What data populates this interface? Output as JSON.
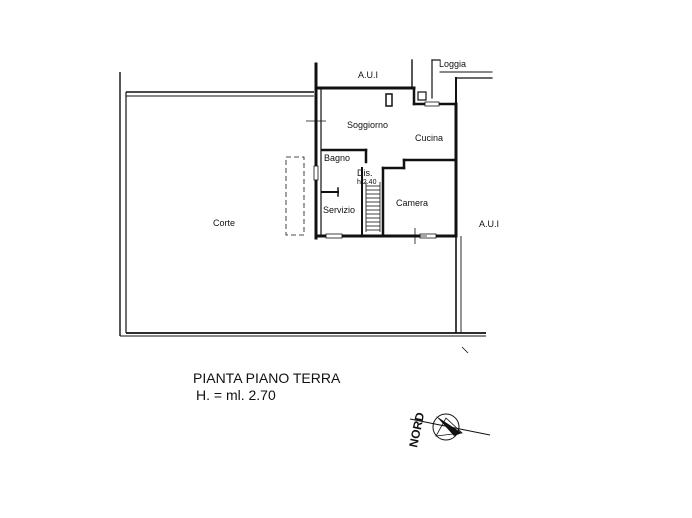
{
  "plan": {
    "rooms": {
      "aui_top": "A.U.I",
      "loggia": "Loggia",
      "soggiorno": "Soggiorno",
      "cucina": "Cucina",
      "bagno": "Bagno",
      "dis": "Dis.",
      "dis_height": "h.2.40",
      "servizio": "Servizio",
      "camera": "Camera",
      "aui_right": "A.U.I",
      "corte": "Corte"
    },
    "title": "PIANTA PIANO TERRA",
    "height_note": "H. =  ml. 2.70",
    "north": "NORD"
  }
}
